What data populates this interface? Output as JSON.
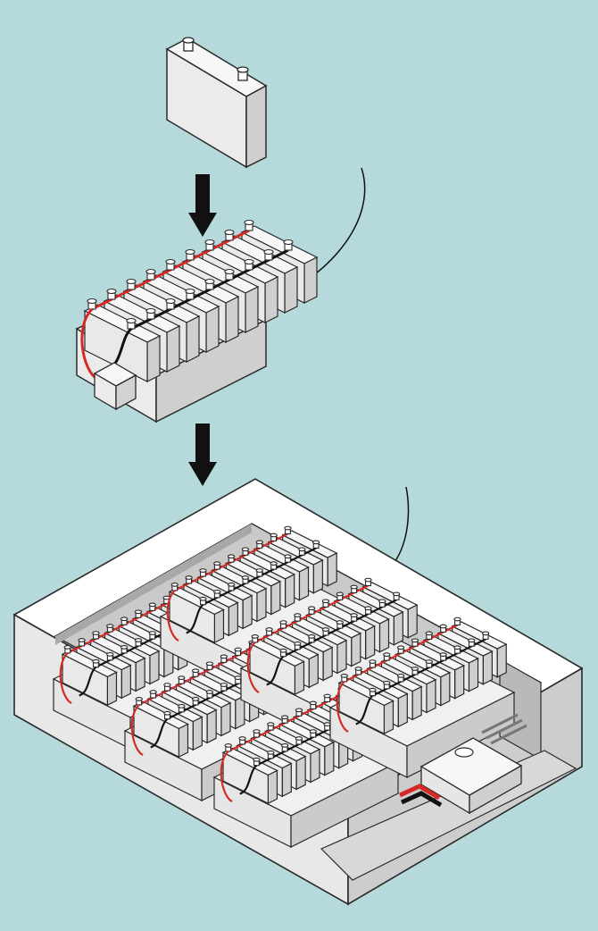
{
  "diagram": {
    "stages": [
      {
        "id": "cell",
        "cell_count": 1
      },
      {
        "id": "module",
        "cell_count": 9
      },
      {
        "id": "pack",
        "module_count": 6
      }
    ],
    "arrows": [
      {
        "from": "cell",
        "to": "module"
      },
      {
        "from": "module",
        "to": "pack"
      }
    ],
    "callouts": [
      {
        "target": "module"
      },
      {
        "target": "pack"
      }
    ],
    "labels": []
  },
  "colors": {
    "background": "#b6dadc",
    "outline": "#2a2a2a",
    "cell_top": "#f7f7f7",
    "cell_front": "#e9e9e9",
    "cell_side": "#cfcfcf",
    "positive_cable": "#d42a26",
    "negative_cable": "#111111",
    "arrow": "#111111"
  }
}
